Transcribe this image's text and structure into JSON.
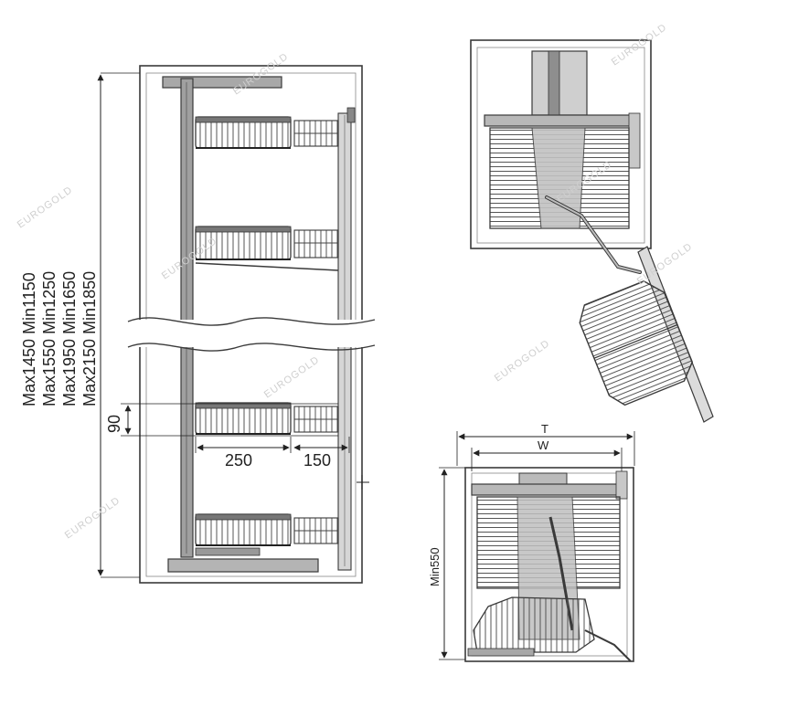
{
  "colors": {
    "line": "#3a3a3a",
    "metal": "#8a8a8a",
    "panel": "#bdbdbd",
    "frame": "#5a5a5a",
    "watermark": "#cfcfcf"
  },
  "left_view": {
    "height_labels": [
      "Max1450 Min1150",
      "Max1550 Min1250",
      "Max1950 Min1650",
      "Max2150 Min1850"
    ],
    "shelf_gap": "90",
    "basket_depth": "250",
    "side_depth": "150"
  },
  "bottom_right_view": {
    "outer_width_label": "T",
    "inner_width_label": "W",
    "min_depth_label": "Min550"
  },
  "watermark_text": "EUROGOLD"
}
